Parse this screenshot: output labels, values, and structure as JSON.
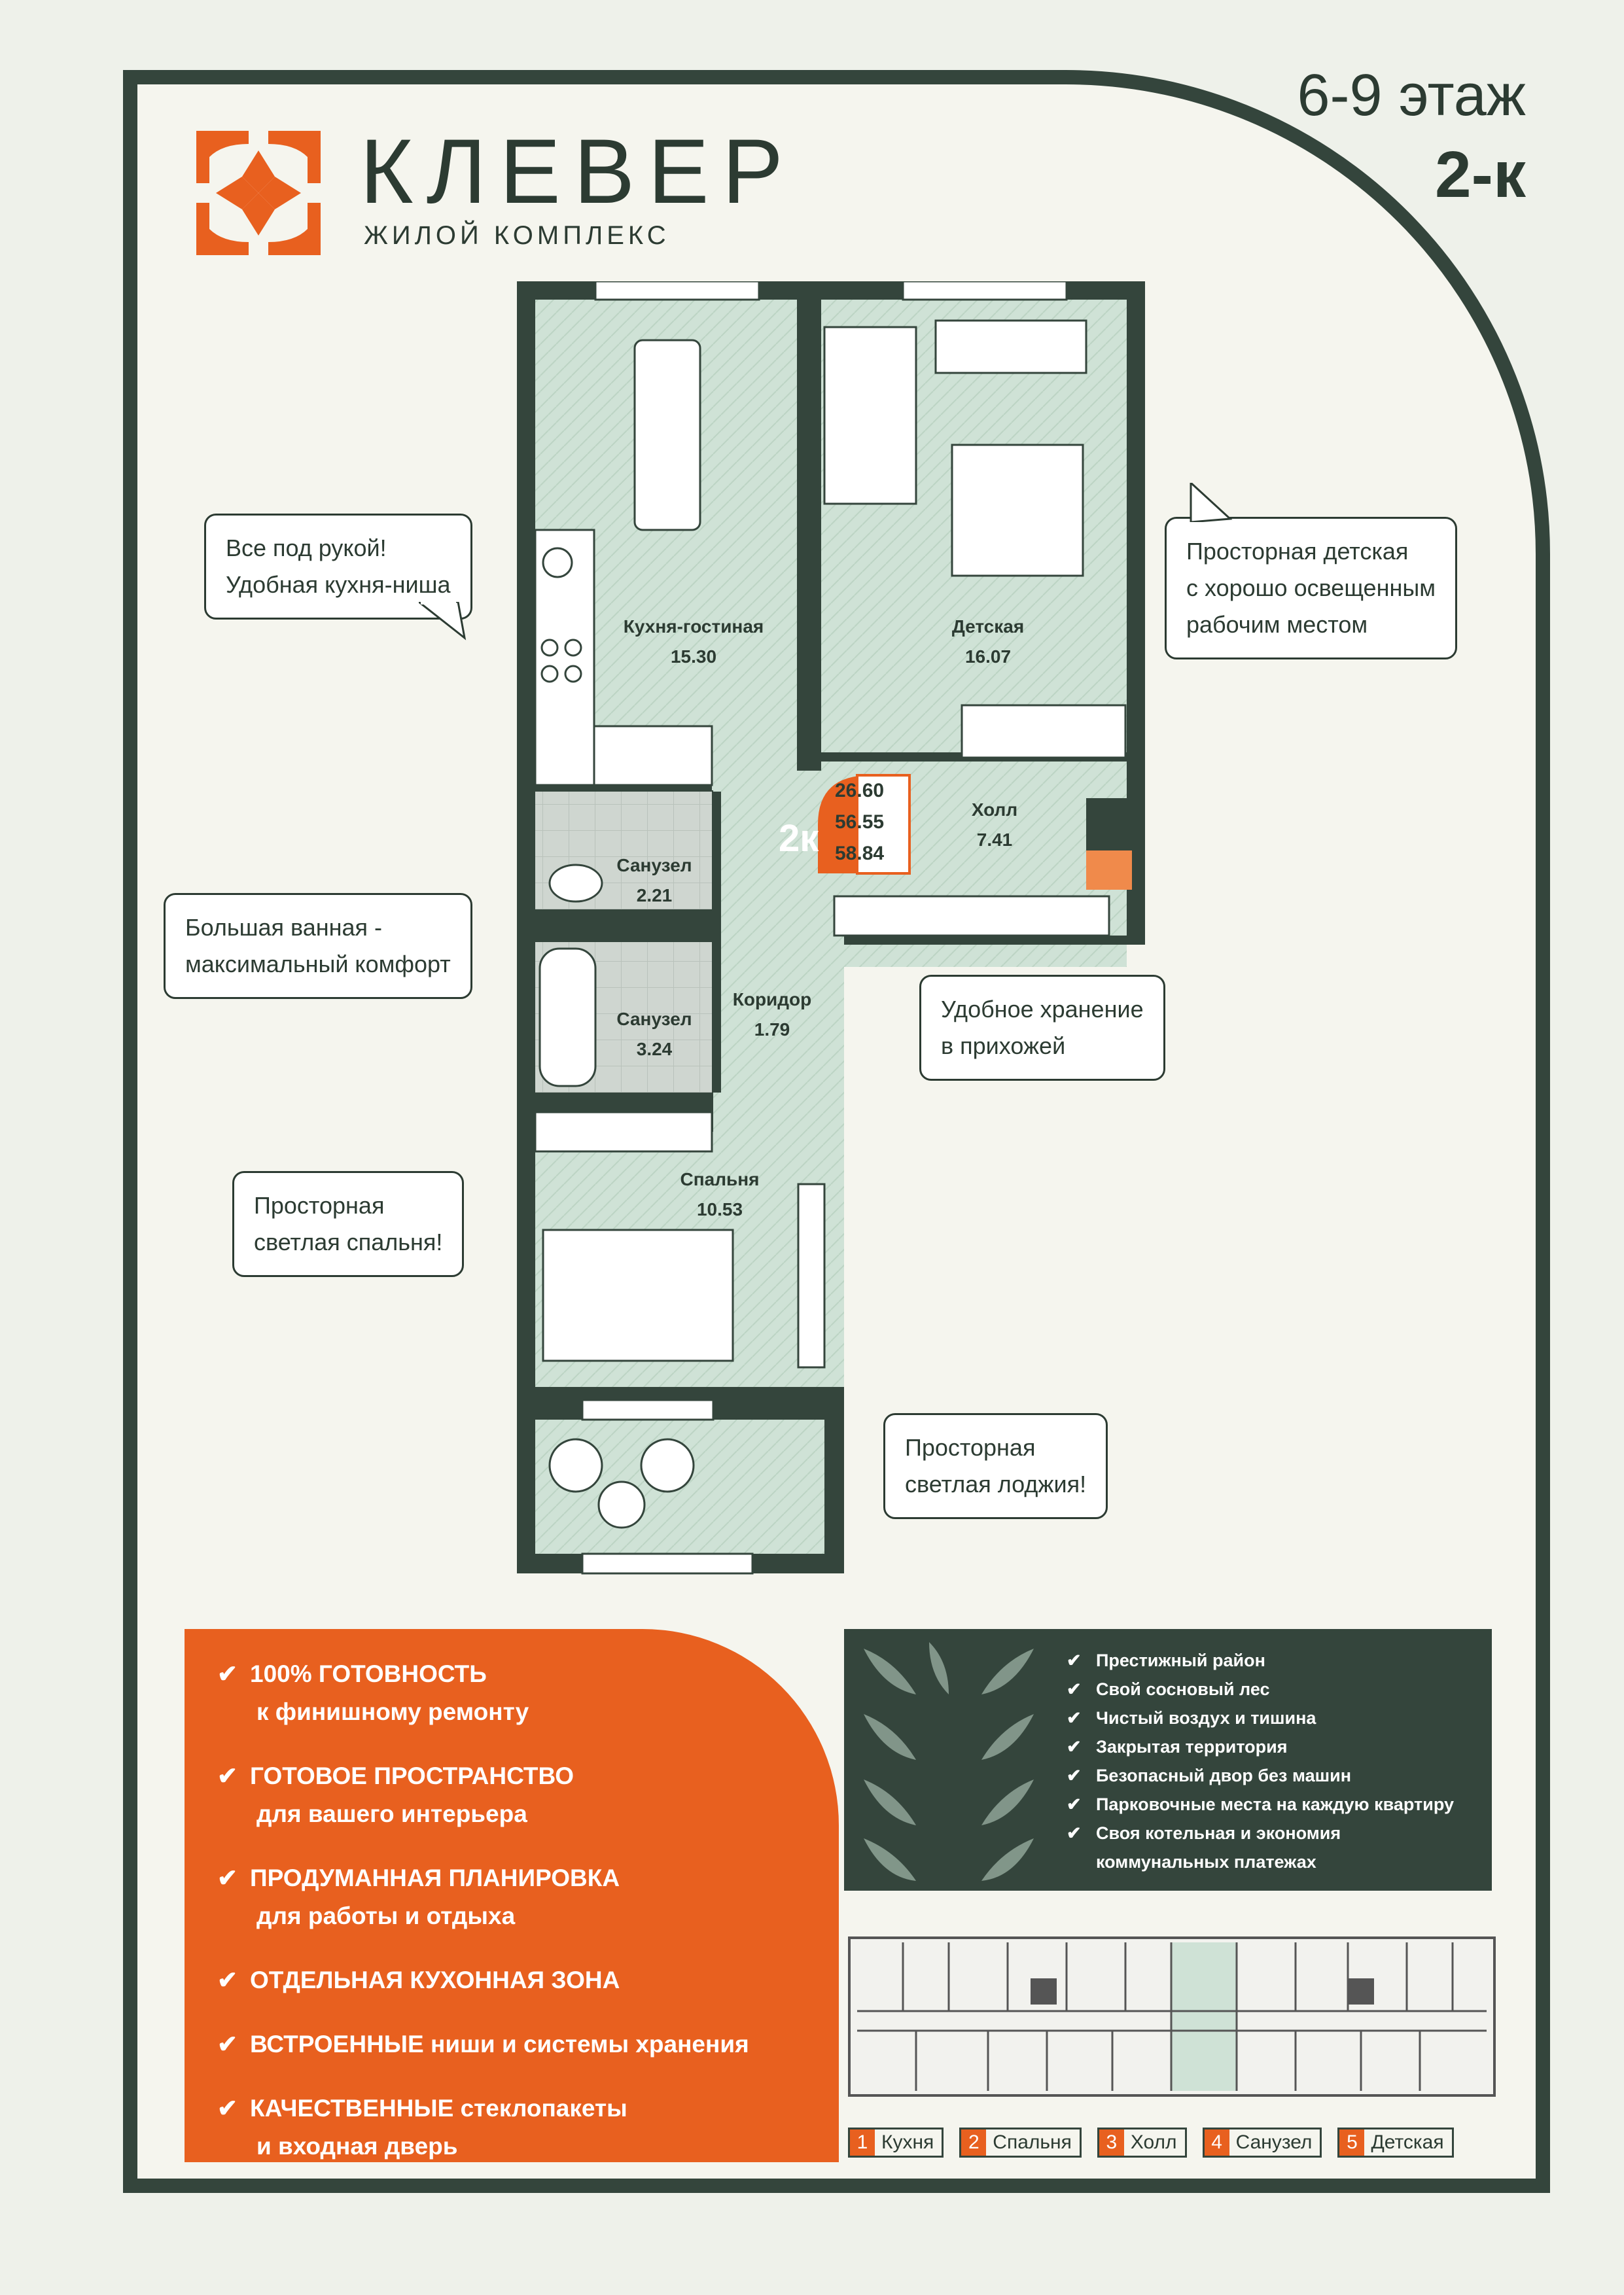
{
  "header": {
    "brand": "КЛЕВЕР",
    "brand_sub": "ЖИЛОЙ КОМПЛЕКС",
    "floor": "6-9 этаж",
    "rooms": "2-к"
  },
  "rooms": [
    {
      "name": "Кухня-гостиная",
      "area": "15.30"
    },
    {
      "name": "Детская",
      "area": "16.07"
    },
    {
      "name": "Холл",
      "area": "7.41"
    },
    {
      "name": "Санузел",
      "area": "2.21"
    },
    {
      "name": "Санузел",
      "area": "3.24"
    },
    {
      "name": "Коридор",
      "area": "1.79"
    },
    {
      "name": "Спальня",
      "area": "10.53"
    }
  ],
  "apartment_badge": {
    "label": "2к",
    "areas": [
      "26.60",
      "56.55",
      "58.84"
    ]
  },
  "bubbles": [
    {
      "line1": "Все под рукой!",
      "line2": "Удобная кухня-ниша"
    },
    {
      "line1": "Просторная детская",
      "line2": "с хорошо освещенным",
      "line3": "рабочим местом"
    },
    {
      "line1": "Большая ванная -",
      "line2": "максимальный комфорт"
    },
    {
      "line1": "Удобное хранение",
      "line2": "в прихожей"
    },
    {
      "line1": "Просторная",
      "line2": "светлая спальня!"
    },
    {
      "line1": "Просторная",
      "line2": "светлая лоджия!"
    }
  ],
  "features": [
    {
      "caps": "100% ГОТОВНОСТЬ",
      "rest": "",
      "line2": "к финишному ремонту"
    },
    {
      "caps": "ГОТОВОЕ ПРОСТРАНСТВО",
      "rest": "",
      "line2": "для вашего интерьера"
    },
    {
      "caps": "ПРОДУМАННАЯ ПЛАНИРОВКА",
      "rest": "",
      "line2": "для работы и отдыха"
    },
    {
      "caps": "ОТДЕЛЬНАЯ КУХОННАЯ ЗОНА",
      "rest": "",
      "line2": ""
    },
    {
      "caps": "ВСТРОЕННЫЕ",
      "rest": " ниши и системы хранения",
      "line2": ""
    },
    {
      "caps": "КАЧЕСТВЕННЫЕ",
      "rest": " стеклопакеты",
      "line2": "и входная дверь"
    }
  ],
  "benefits": [
    "Престижный район",
    "Свой сосновый лес",
    "Чистый воздух и тишина",
    "Закрытая территория",
    "Безопасный двор без машин",
    "Парковочные места на каждую квартиру",
    "Своя котельная и экономия",
    "коммунальных платежах"
  ],
  "legend": [
    {
      "num": "1",
      "label": "Кухня"
    },
    {
      "num": "2",
      "label": "Спальня"
    },
    {
      "num": "3",
      "label": "Холл"
    },
    {
      "num": "4",
      "label": "Санузел"
    },
    {
      "num": "5",
      "label": "Детская"
    }
  ],
  "colors": {
    "accent": "#e8601f",
    "dark": "#34453c",
    "room_fill": "#cfe2d6"
  }
}
